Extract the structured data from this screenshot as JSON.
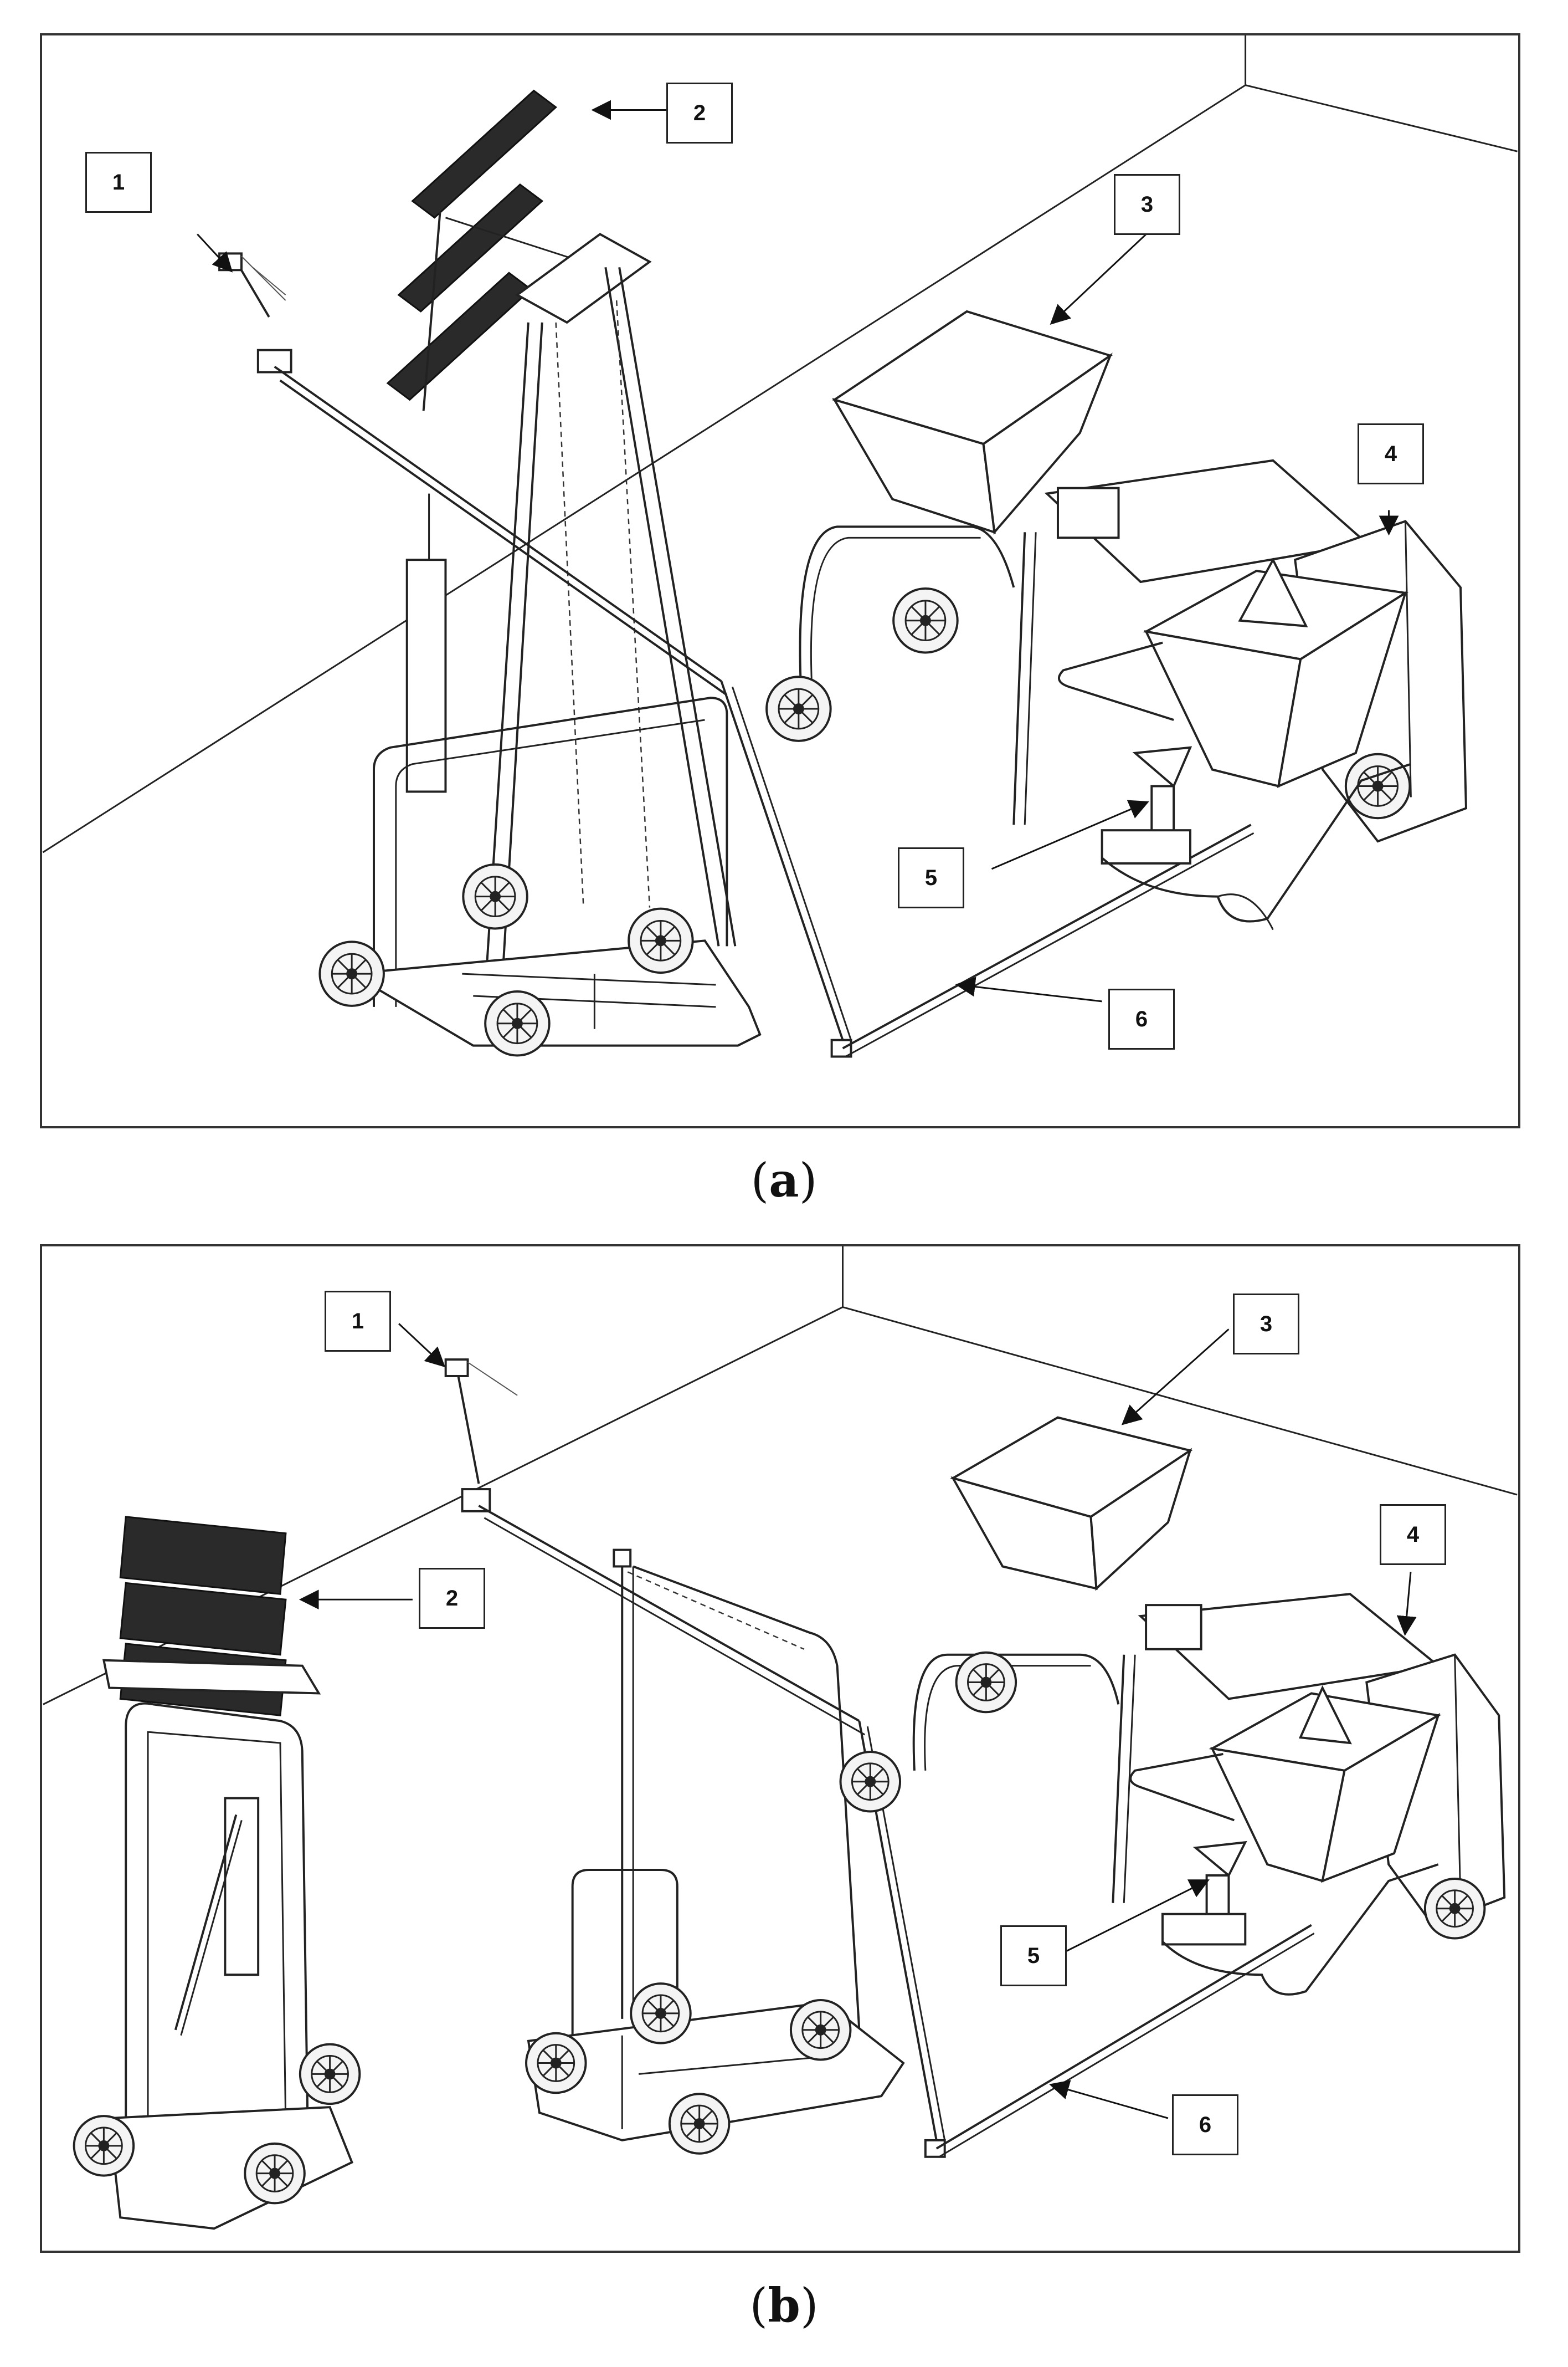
{
  "panels": [
    {
      "caption_open": "(",
      "caption_letter": "a",
      "caption_close": ")",
      "callouts": [
        "1",
        "2",
        "3",
        "4",
        "5",
        "6"
      ]
    },
    {
      "caption_open": "(",
      "caption_letter": "b",
      "caption_close": ")",
      "callouts": [
        "1",
        "2",
        "3",
        "4",
        "5",
        "6"
      ]
    }
  ]
}
